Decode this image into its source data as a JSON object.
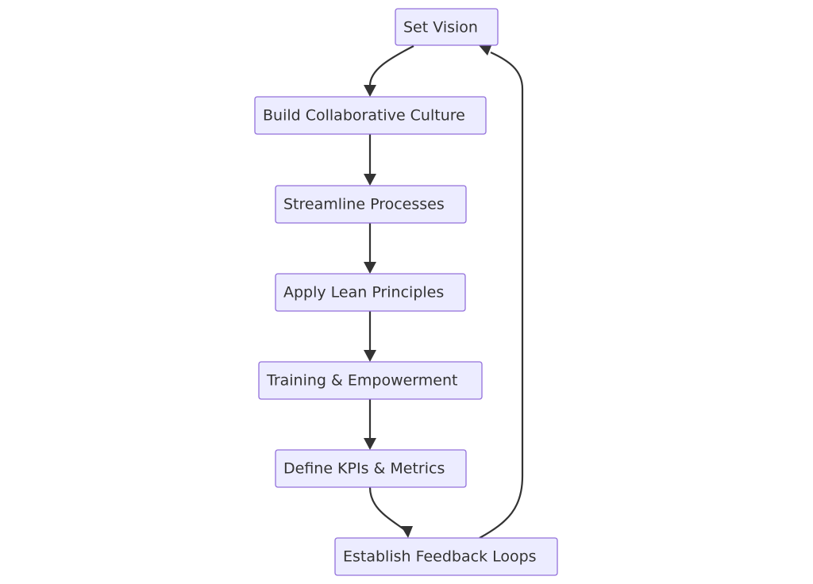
{
  "diagram": {
    "type": "flowchart",
    "colors": {
      "node_fill": "#ececff",
      "node_border": "#9370db",
      "edge": "#333333",
      "text": "#333333"
    },
    "nodes": [
      {
        "id": "set-vision",
        "label": "Set Vision"
      },
      {
        "id": "build-collaborative-culture",
        "label": "Build Collaborative Culture"
      },
      {
        "id": "streamline-processes",
        "label": "Streamline Processes"
      },
      {
        "id": "apply-lean-principles",
        "label": "Apply Lean Principles"
      },
      {
        "id": "training-empowerment",
        "label": "Training & Empowerment"
      },
      {
        "id": "define-kpis-metrics",
        "label": "Define KPIs & Metrics"
      },
      {
        "id": "establish-feedback-loops",
        "label": "Establish Feedback Loops"
      }
    ],
    "edges": [
      {
        "from": "set-vision",
        "to": "build-collaborative-culture"
      },
      {
        "from": "build-collaborative-culture",
        "to": "streamline-processes"
      },
      {
        "from": "streamline-processes",
        "to": "apply-lean-principles"
      },
      {
        "from": "apply-lean-principles",
        "to": "training-empowerment"
      },
      {
        "from": "training-empowerment",
        "to": "define-kpis-metrics"
      },
      {
        "from": "define-kpis-metrics",
        "to": "establish-feedback-loops"
      },
      {
        "from": "establish-feedback-loops",
        "to": "set-vision"
      }
    ]
  }
}
